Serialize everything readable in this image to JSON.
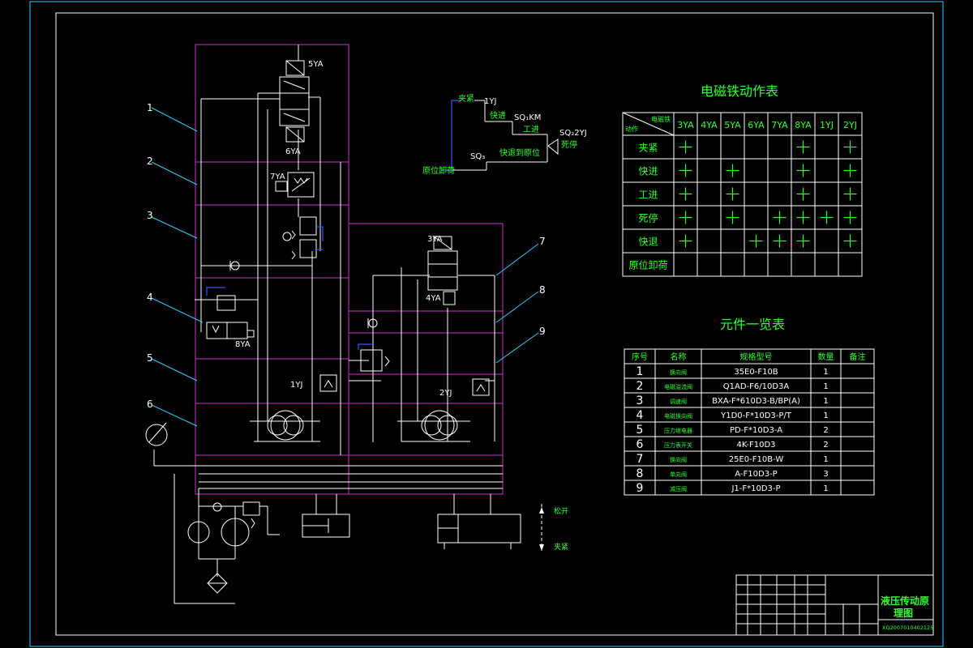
{
  "callouts": [
    "1",
    "2",
    "3",
    "4",
    "5",
    "6",
    "7",
    "8",
    "9"
  ],
  "valve_labels": {
    "v5ya": "5YA",
    "v6ya": "6YA",
    "v7ya": "7YA",
    "v8ya": "8YA",
    "v3ya": "3YA",
    "v4ya": "4YA",
    "v1yj": "1YJ",
    "v2yj": "2YJ"
  },
  "sequence": {
    "clamp": "夹紧",
    "yj1": "1YJ",
    "fast": "快进",
    "sq_km": "SQ₁KM",
    "work": "工进",
    "sq2yj": "SQ₂2YJ",
    "dead_stop": "死停",
    "sq": "SQ₃",
    "fast_back": "快退到原位",
    "origin_unload": "原位卸荷"
  },
  "cyl_labels": {
    "loosen": "松开",
    "clamp": "夹紧"
  },
  "table1": {
    "title": "电磁铁动作表",
    "corner_top": "电磁铁",
    "corner_bottom": "动作",
    "headers": [
      "3YA",
      "4YA",
      "5YA",
      "6YA",
      "7YA",
      "8YA",
      "1YJ",
      "2YJ"
    ],
    "rows": [
      {
        "name": "夹紧",
        "marks": [
          1,
          0,
          0,
          0,
          0,
          1,
          0,
          1
        ]
      },
      {
        "name": "快进",
        "marks": [
          1,
          0,
          1,
          0,
          0,
          1,
          0,
          1
        ]
      },
      {
        "name": "工进",
        "marks": [
          1,
          0,
          1,
          0,
          0,
          1,
          0,
          1
        ]
      },
      {
        "name": "死停",
        "marks": [
          1,
          0,
          1,
          0,
          1,
          1,
          1,
          1
        ]
      },
      {
        "name": "快退",
        "marks": [
          1,
          0,
          0,
          1,
          1,
          1,
          0,
          1
        ]
      },
      {
        "name": "原位卸荷",
        "marks": [
          0,
          0,
          0,
          0,
          0,
          0,
          0,
          0
        ]
      }
    ]
  },
  "table2": {
    "title": "元件一览表",
    "headers": [
      "序号",
      "名称",
      "规格型号",
      "数量",
      "备注"
    ],
    "rows": [
      {
        "no": "1",
        "name": "换向阀",
        "model": "35E0-F10B",
        "qty": "1",
        "note": ""
      },
      {
        "no": "2",
        "name": "电磁溢流阀",
        "model": "Q1AD-F6/10D3A",
        "qty": "1",
        "note": ""
      },
      {
        "no": "3",
        "name": "调速阀",
        "model": "BXA-F*610D3-B/BP(A)",
        "qty": "1",
        "note": ""
      },
      {
        "no": "4",
        "name": "电磁换向阀",
        "model": "Y1D0-F*10D3-P/T",
        "qty": "1",
        "note": ""
      },
      {
        "no": "5",
        "name": "压力继电器",
        "model": "PD-F*10D3-A",
        "qty": "2",
        "note": ""
      },
      {
        "no": "6",
        "name": "压力表开关",
        "model": "4K-F10D3",
        "qty": "2",
        "note": ""
      },
      {
        "no": "7",
        "name": "换向阀",
        "model": "25E0-F10B-W",
        "qty": "1",
        "note": ""
      },
      {
        "no": "8",
        "name": "单向阀",
        "model": "A-F10D3-P",
        "qty": "3",
        "note": ""
      },
      {
        "no": "9",
        "name": "减压阀",
        "model": "J1-F*10D3-P",
        "qty": "1",
        "note": ""
      }
    ]
  },
  "title_block": {
    "title_line1": "液压传动原",
    "title_line2": "理图",
    "drawing_no": "XQ2007010402125"
  },
  "colors": {
    "line": "#ffffff",
    "magenta": "#cc33cc",
    "green": "#33ff33",
    "cyan": "#33ccff",
    "blue": "#3355ff"
  }
}
